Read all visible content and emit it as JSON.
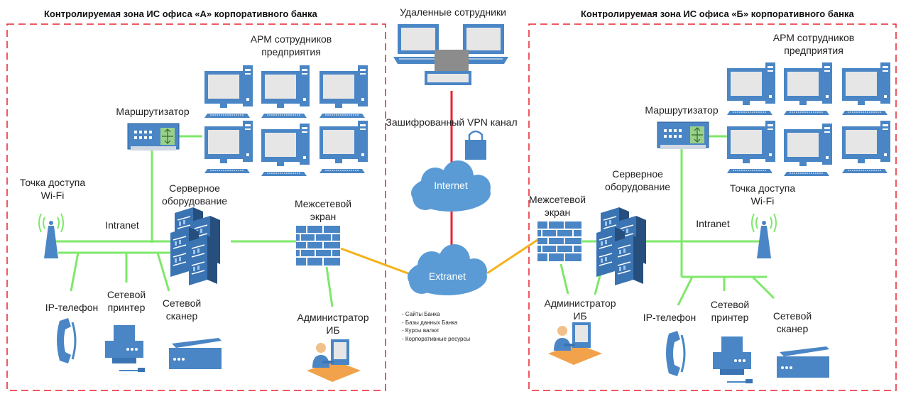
{
  "zones": {
    "a_title": "Контролируемая зона ИС офиса «А» корпоративного банка",
    "b_title": "Контролируемая зона ИС офиса «Б» корпоративного банка"
  },
  "remote": {
    "title": "Удаленные сотрудники",
    "vpn": "Зашифрованный VPN канал"
  },
  "clouds": {
    "internet": "Internet",
    "extranet": "Extranet"
  },
  "extranet_resources": [
    "- Сайты Банка",
    "- Базы данных Банка",
    "- Курсы валют",
    "- Корпоративные ресурсы"
  ],
  "office_a": {
    "arm_line1": "АРМ сотрудников",
    "arm_line2": "предприятия",
    "router": "Маршрутизатор",
    "wifi_line1": "Точка доступа",
    "wifi_line2": "Wi-Fi",
    "intranet": "Intranet",
    "server_line1": "Серверное",
    "server_line2": "оборудование",
    "firewall_line1": "Межсетевой",
    "firewall_line2": "экран",
    "phone": "IP-телефон",
    "printer_line1": "Сетевой",
    "printer_line2": "принтер",
    "scanner_line1": "Сетевой",
    "scanner_line2": "сканер",
    "admin_line1": "Администратор",
    "admin_line2": "ИБ"
  },
  "office_b": {
    "arm_line1": "АРМ сотрудников",
    "arm_line2": "предприятия",
    "router": "Маршрутизатор",
    "wifi_line1": "Точка доступа",
    "wifi_line2": "Wi-Fi",
    "intranet": "Intranet",
    "server_line1": "Серверное",
    "server_line2": "оборудование",
    "firewall_line1": "Межсетевой",
    "firewall_line2": "экран",
    "phone": "IP-телефон",
    "printer_line1": "Сетевой",
    "printer_line2": "принтер",
    "scanner_line1": "Сетевой",
    "scanner_line2": "сканер",
    "admin_line1": "Администратор",
    "admin_line2": "ИБ"
  },
  "colors": {
    "zone_border": "#e8222b",
    "lan_link": "#7ee86a",
    "wan_link": "#f5b21a",
    "vpn_link": "#e8222b",
    "device": "#4a86c5",
    "cloud": "#5b9bd5"
  }
}
